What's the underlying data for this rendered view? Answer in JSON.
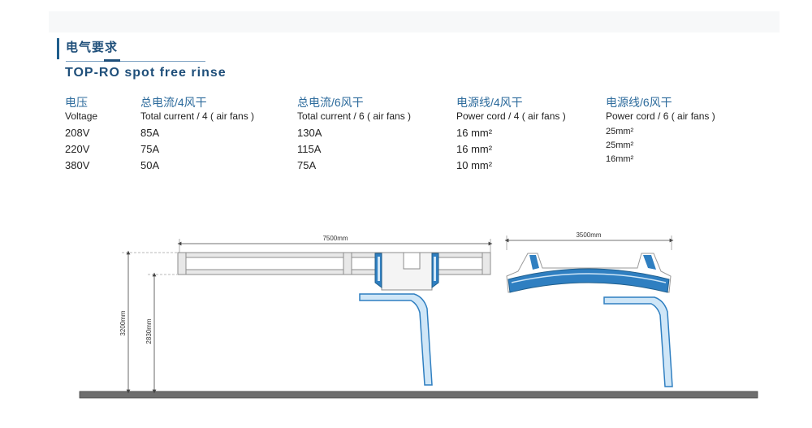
{
  "section": {
    "title_cn": "电气要求",
    "subtitle": "TOP-RO spot free rinse"
  },
  "table": {
    "columns": [
      {
        "header_cn": "电压",
        "header_en": "Voltage",
        "values": [
          "208V",
          "220V",
          "380V"
        ]
      },
      {
        "header_cn": "总电流/4风干",
        "header_en": "Total current / 4 ( air fans )",
        "values": [
          "85A",
          "75A",
          "50A"
        ]
      },
      {
        "header_cn": "总电流/6风干",
        "header_en": "Total current / 6 ( air fans )",
        "values": [
          "130A",
          "115A",
          "75A"
        ]
      },
      {
        "header_cn": "电源线/4风干",
        "header_en": "Power cord / 4 ( air fans )",
        "values": [
          "16 mm²",
          "16 mm²",
          "10 mm²"
        ]
      },
      {
        "header_cn": "电源线/6风干",
        "header_en": "Power cord / 6 ( air fans )",
        "values": [
          "25mm²",
          "25mm²",
          "16mm²"
        ]
      }
    ]
  },
  "diagram": {
    "width_side": "7500mm",
    "width_front": "3500mm",
    "height_total": "3200mm",
    "height_clear": "2830mm"
  },
  "colors": {
    "primary": "#1f4f7a",
    "accent_blue": "#2f7fc1",
    "light_blue": "#cfe6f7",
    "frame_gray": "#9a9a9a",
    "ground": "#6e6e6e"
  }
}
